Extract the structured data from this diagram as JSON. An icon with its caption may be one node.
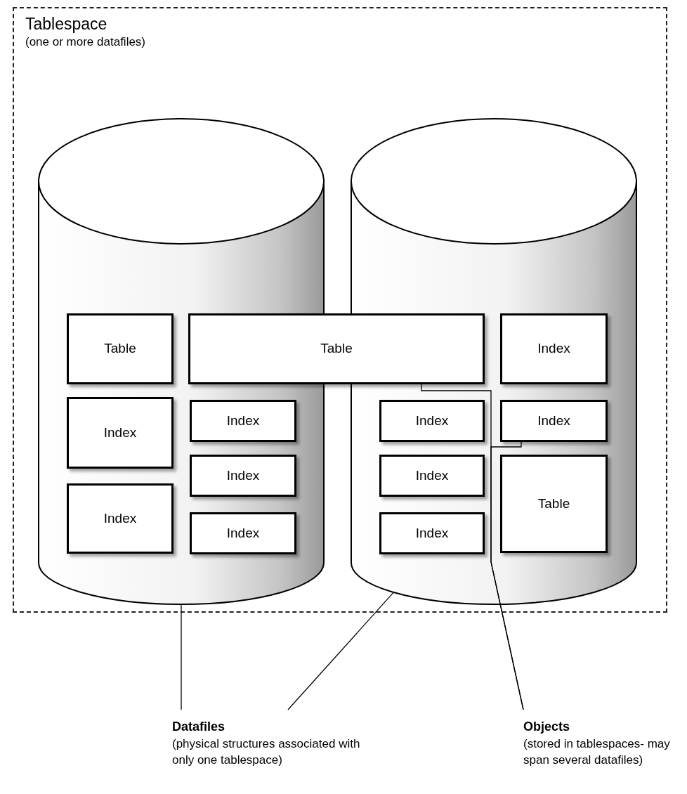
{
  "diagram": {
    "nodes": [
      {
        "text": [
          "Tablespace",
          "(one or more datafiles)"
        ]
      },
      {
        "text": [],
        "shape": "cylinder",
        "in": 0
      },
      {
        "text": [],
        "shape": "cylinder",
        "in": 0
      },
      {
        "text": [
          "Table"
        ],
        "in": 1
      },
      {
        "text": [
          "Table"
        ],
        "in": 0
      },
      {
        "text": [
          "Index"
        ],
        "in": 2
      },
      {
        "text": [
          "Index"
        ],
        "in": 1
      },
      {
        "text": [
          "Index"
        ],
        "in": 1
      },
      {
        "text": [
          "Index"
        ],
        "in": 2
      },
      {
        "text": [
          "Index"
        ],
        "in": 2
      },
      {
        "text": [
          "Index"
        ],
        "in": 1
      },
      {
        "text": [
          "Index"
        ],
        "in": 2
      },
      {
        "text": [
          "Table"
        ],
        "in": 2
      },
      {
        "text": [
          "Index"
        ],
        "in": 1
      },
      {
        "text": [
          "Index"
        ],
        "in": 1
      },
      {
        "text": [
          "Index"
        ],
        "in": 2
      },
      {
        "text": [
          "Datafiles",
          "(physical structures associated with only one tablespace)"
        ]
      },
      {
        "text": [
          "Objects",
          "(stored in tablespaces- may span several datafiles)"
        ]
      }
    ],
    "edges": [
      {
        "from": 16,
        "to": 1,
        "arrow": "none"
      },
      {
        "from": 16,
        "to": 2,
        "arrow": "none"
      },
      {
        "from": 17,
        "to": 4,
        "arrow": "none"
      },
      {
        "from": 17,
        "to": 9,
        "arrow": "none"
      }
    ]
  }
}
